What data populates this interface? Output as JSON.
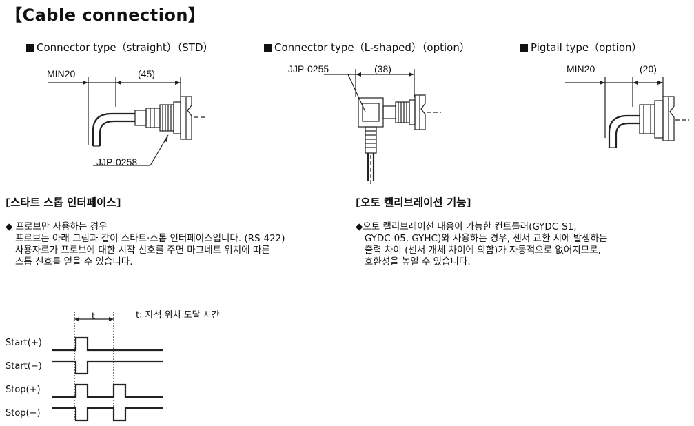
{
  "title": "【Cable connection】",
  "connectors": [
    {
      "label": "Connector type（straight）（STD）",
      "dim_left": "MIN20",
      "dim_right": "(45)",
      "part": "JJP-0258"
    },
    {
      "label": "Connector type（L-shaped）（option）",
      "dim_left": "",
      "dim_right": "(38)",
      "part": "JJP-0255"
    },
    {
      "label": "Pigtail type（option）",
      "dim_left": "MIN20",
      "dim_right": "(20)",
      "part": ""
    }
  ],
  "start_stop": {
    "heading": "[스타트 스톱 인터페이스]",
    "bullet": "◆ 프로브만 사용하는 경우",
    "body": "프로브는 아래 그림과 같이 스타트·스톱 인터페이스입니다. (RS-422)\n사용자로가 프로브에 대한 시작 신호를 주면 마그네트 위치에 따른\n스톱 신호를 얻을 수 있습니다."
  },
  "auto_cal": {
    "heading": "[오토 캘리브레이션 기능]",
    "body": "◆오토 캘리브레이션 대응이 가능한 컨트롤러(GYDC-S1,\n   GYDC-05, GYHC)와 사용하는 경우, 센서 교환 시에 발생하는\n   출력 차이 (센서 개체 차이에 의함)가 자동적으로 없어지므로,\n   호환성을 높일 수 있습니다."
  },
  "timing": {
    "t_label": "t",
    "legend": "t: 자석 위치 도달 시간",
    "signals": [
      "Start(+)",
      "Start(−)",
      "Stop(+)",
      "Stop(−)"
    ]
  }
}
